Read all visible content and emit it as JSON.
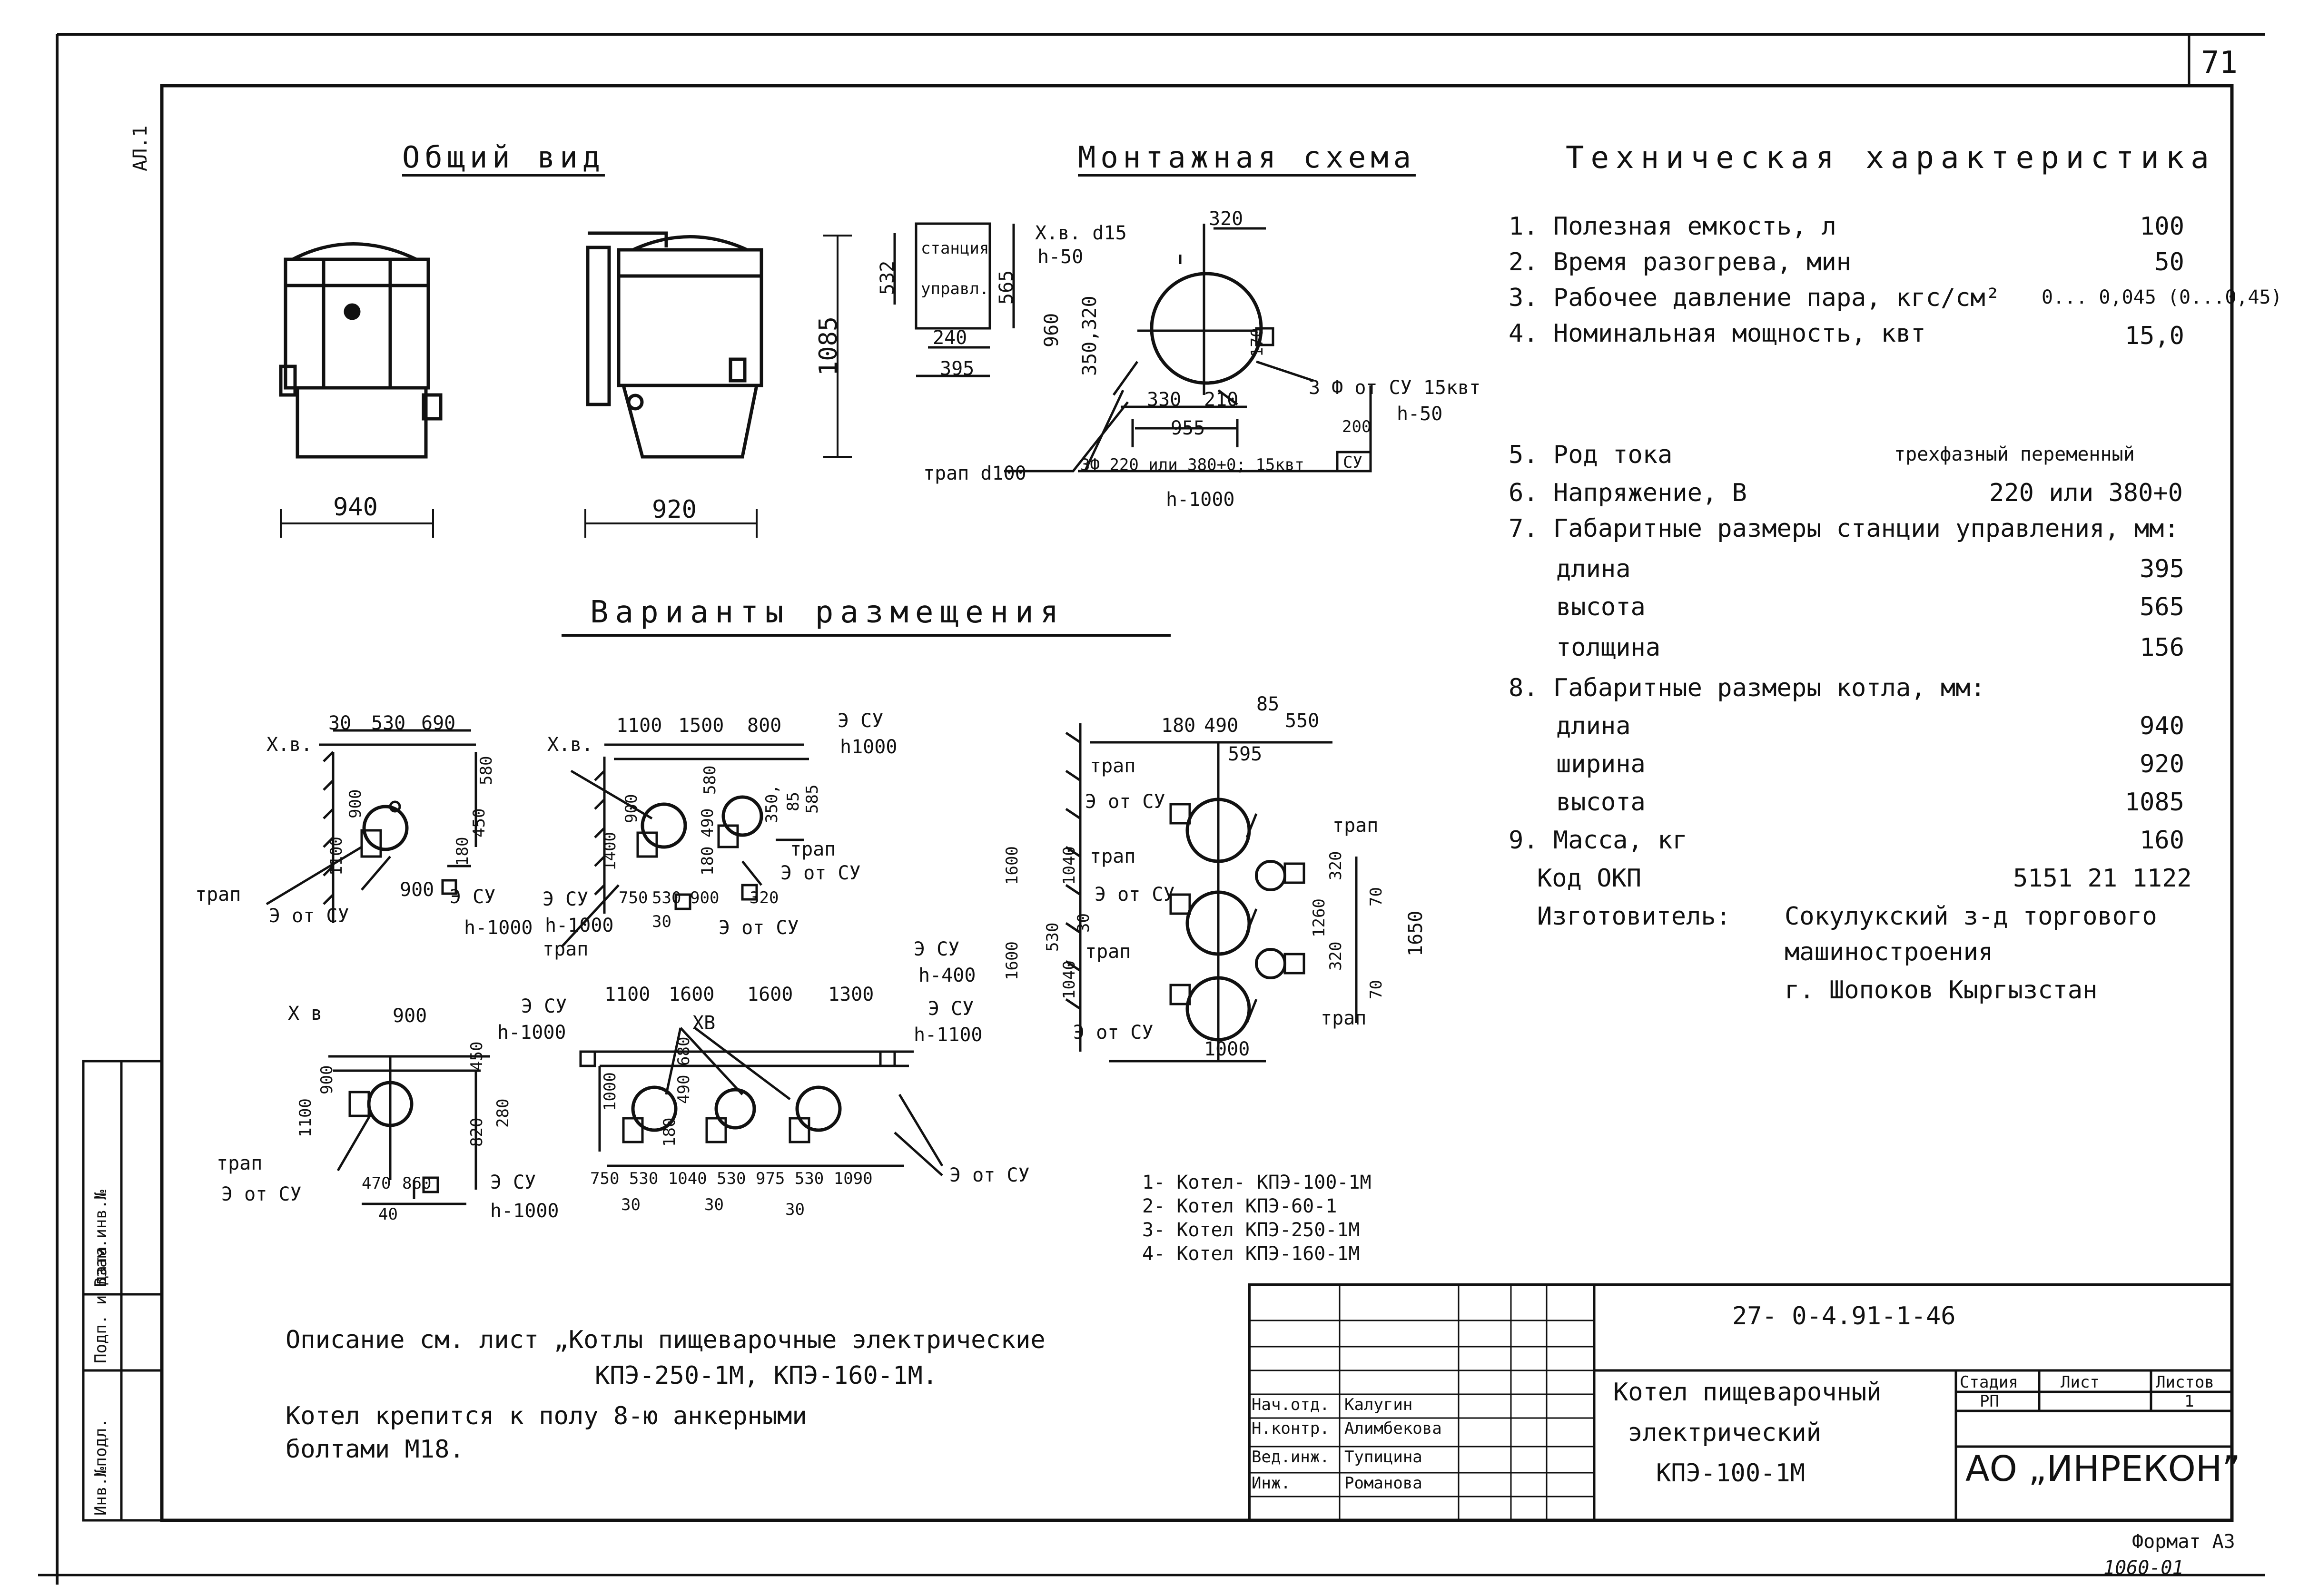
{
  "sheet": {
    "page_number": "71",
    "side_code": "АЛ.1",
    "format": "Формат А3",
    "bottom_number": "1060-01",
    "doc_code": "27- 0-4.91-1-46"
  },
  "sections": {
    "general_view": "Общий вид",
    "mounting_scheme": "Монтажная схема",
    "tech_title": "Техническая характеристика",
    "layout_variants": "Варианты размещения"
  },
  "general_view": {
    "dim_940": "940",
    "dim_920": "920",
    "dim_1085": "1085"
  },
  "mounting": {
    "station_label_1": "станция",
    "station_label_2": "управл.",
    "d532": "532",
    "d565": "565",
    "d240": "240",
    "d395": "395",
    "xv": "Х.в. d15",
    "h50a": "h-50",
    "d320": "320",
    "d960": "960",
    "d350_320": "350,320",
    "d170": "170",
    "d330": "330",
    "d210": "210",
    "d955": "955",
    "phase_su": "3 Ф от СУ 15квт",
    "h50b": "h-50",
    "d200": "200",
    "su": "СУ",
    "drain": "трап d100",
    "cable": "3Ф 220 или 380+0; 15квт",
    "h1000": "h-1000"
  },
  "specs": [
    {
      "label": "1. Полезная емкость, л",
      "value": "100"
    },
    {
      "label": "2. Время разогрева, мин",
      "value": "50"
    },
    {
      "label": "3. Рабочее давление пара, кгс/см²",
      "value": "0... 0,045 (0...0,45)"
    },
    {
      "label": "4. Номинальная мощность, квт",
      "value": "15,0"
    },
    {
      "label": "5. Род тока",
      "value": "трехфазный переменный"
    },
    {
      "label": "6. Напряжение, В",
      "value": "220 или 380+0"
    },
    {
      "label": "7. Габаритные размеры станции управления, мм:",
      "value": ""
    },
    {
      "label": "длина",
      "value": "395"
    },
    {
      "label": "высота",
      "value": "565"
    },
    {
      "label": "толщина",
      "value": "156"
    },
    {
      "label": "8. Габаритные размеры котла, мм:",
      "value": ""
    },
    {
      "label": "длина",
      "value": "940"
    },
    {
      "label": "ширина",
      "value": "920"
    },
    {
      "label": "высота",
      "value": "1085"
    },
    {
      "label": "9. Масса, кг",
      "value": "160"
    },
    {
      "label": "Код ОКП",
      "value": "5151 21 1122"
    }
  ],
  "manufacturer": {
    "label": "Изготовитель:",
    "line1": "Сокулукский з-д торгового",
    "line2": "машиностроения",
    "line3": "г. Шопоков   Кыргызстан"
  },
  "variants": {
    "v1": {
      "xv": "Х.в.",
      "d30": "30",
      "d530": "530",
      "d690": "690",
      "d580": "580",
      "d900": "900",
      "d1100": "1100",
      "d450": "450",
      "d180": "180",
      "d900b": "900",
      "trap": "трап",
      "su_from": "Э от СУ",
      "su": "Э СУ",
      "h1000": "h-1000"
    },
    "v2": {
      "xv": "Х.в.",
      "d1100": "1100",
      "d1500": "1500",
      "d800": "800",
      "su": "Э СУ",
      "h1000": "h1000",
      "d900": "900",
      "d1400": "1400",
      "d580": "580",
      "d490": "490",
      "d180": "180",
      "d350": "350,",
      "d85": "85",
      "d585": "585",
      "trap": "трап",
      "su_from": "Э от СУ",
      "su2": "Э СУ",
      "h1000b": "h-1000",
      "trap2": "трап",
      "d750": "750",
      "d530": "530",
      "d900b": "900",
      "d30": "30",
      "d320": "320",
      "su_from2": "Э от СУ"
    },
    "v3": {
      "xv": "Х в",
      "d900": "900",
      "su": "Э СУ",
      "h1000": "h-1000",
      "d450": "450",
      "d1100": "1100",
      "d900b": "900",
      "d820": "820",
      "d280": "280",
      "trap": "трап",
      "su_from": "Э от СУ",
      "d470": "470",
      "d860": "860",
      "d40": "40",
      "su2": "Э СУ",
      "h1000b": "h-1000"
    },
    "v4": {
      "xv": "ХВ",
      "d1100": "1100",
      "d1600a": "1600",
      "d1600b": "1600",
      "d1300": "1300",
      "su": "Э СУ",
      "h400": "h-400",
      "su2": "Э СУ",
      "h1100": "h-1100",
      "d1000": "1000",
      "d490": "490",
      "d680": "680",
      "d180": "180",
      "bottom": "750  530 1040  530  975   530 1090",
      "d30a": "30",
      "d30b": "30",
      "d30c": "30",
      "su_from": "Э от СУ"
    },
    "v5": {
      "d180": "180",
      "d490": "490",
      "d85": "85",
      "d550": "550",
      "d595": "595",
      "trap1": "трап",
      "su1": "Э от СУ",
      "trap2": "трап",
      "su2": "Э от СУ",
      "trap3": "трап",
      "trap4": "трап",
      "trap5": "трап",
      "su3": "Э от СУ",
      "d1600a": "1600",
      "d1600b": "1600",
      "d1650": "1650",
      "d320": "320",
      "d1260": "1260",
      "d70a": "70",
      "d70b": "70",
      "d1000": "1000",
      "d530": "530",
      "d1040": "1040",
      "d30": "30",
      "d1040b": "1040",
      "d320b": "320"
    }
  },
  "legend": [
    "1- Котел- КПЭ-100-1М",
    "2- Котел КПЭ-60-1",
    "3- Котел КПЭ-250-1М",
    "4- Котел КПЭ-160-1М"
  ],
  "notes": {
    "line1": "Описание см. лист „Котлы пищеварочные электрические",
    "line2": "КПЭ-250-1М, КПЭ-160-1М.",
    "line3": "Котел крепится к полу 8-ю анкерными",
    "line4": "болтами  М18."
  },
  "left_stamp": {
    "c1": "Инв.№подл.",
    "c2": "Подп. и дата",
    "c3": "Взам.инв.№"
  },
  "title_block": {
    "roles": [
      "Нач.отд.",
      "Н.контр.",
      "Вед.инж.",
      "Инж."
    ],
    "names": [
      "Калугин",
      "Алимбекова",
      "Тупицина",
      "Романова"
    ],
    "title_line1": "Котел пищеварочный",
    "title_line2": "электрический",
    "title_line3": "КПЭ-100-1М",
    "stage_h": "Стадия",
    "sheet_h": "Лист",
    "sheets_h": "Листов",
    "stage_v": "РП",
    "sheets_v": "1",
    "company": "АО „ИНРЕКОН”"
  },
  "strokes": {
    "ink": "#111111"
  }
}
